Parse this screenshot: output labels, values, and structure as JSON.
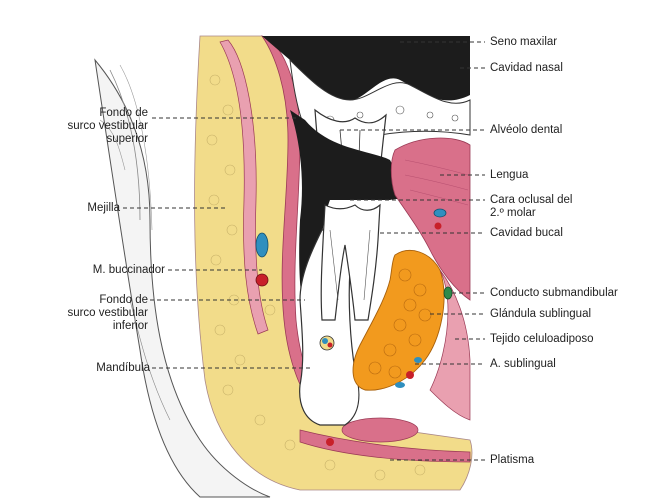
{
  "figure": {
    "labels_left": {
      "fondo_superior": [
        "Fondo de",
        "surco vestibular",
        "superior"
      ],
      "mejilla": "Mejilla",
      "buccinador": "M. buccinador",
      "fondo_inferior": [
        "Fondo de",
        "surco vestibular",
        "inferior"
      ],
      "mandibula": "Mandíbula"
    },
    "labels_right": {
      "seno": "Seno maxilar",
      "cavidad_nasal": "Cavidad nasal",
      "alveolo": "Alvéolo dental",
      "lengua": "Lengua",
      "cara_oclusal": [
        "Cara oclusal del",
        "2.º molar"
      ],
      "cavidad_bucal": "Cavidad bucal",
      "conducto": "Conducto submandibular",
      "glandula": "Glándula sublingual",
      "tejido": "Tejido celuloadiposo",
      "arteria": "A. sublingual",
      "platisma": "Platisma"
    },
    "colors": {
      "fat": "#f2dc8a",
      "muscle": "#d9708a",
      "muscle_light": "#e9a0b0",
      "gland": "#f29a1e",
      "bone": "#ffffff",
      "dark_cavity": "#1c1c1c",
      "skin_line": "#555555",
      "vein": "#2f8fbf",
      "artery": "#c8202a"
    }
  }
}
